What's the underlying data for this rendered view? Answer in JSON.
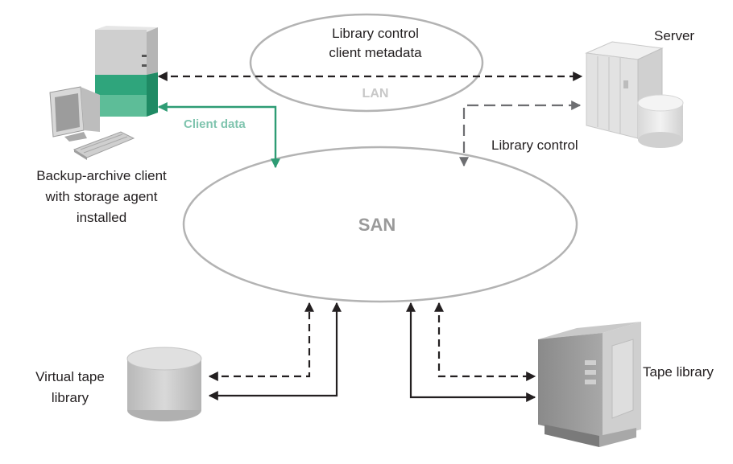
{
  "labels": {
    "lan_top_line1": "Library control",
    "lan_top_line2": "client metadata",
    "lan": "LAN",
    "server": "Server",
    "client_data": "Client data",
    "library_control": "Library control",
    "client_line1": "Backup-archive client",
    "client_line2": "with storage agent",
    "client_line3": "installed",
    "san": "SAN",
    "vtl_line1": "Virtual tape",
    "vtl_line2": "library",
    "tape_library": "Tape library"
  },
  "colors": {
    "ellipse_stroke": "#b3b3b3",
    "arrow_dark": "#231f20",
    "arrow_gray": "#6d6e71",
    "arrow_green": "#2e9c74",
    "client_data_text": "#7fc4ae"
  }
}
